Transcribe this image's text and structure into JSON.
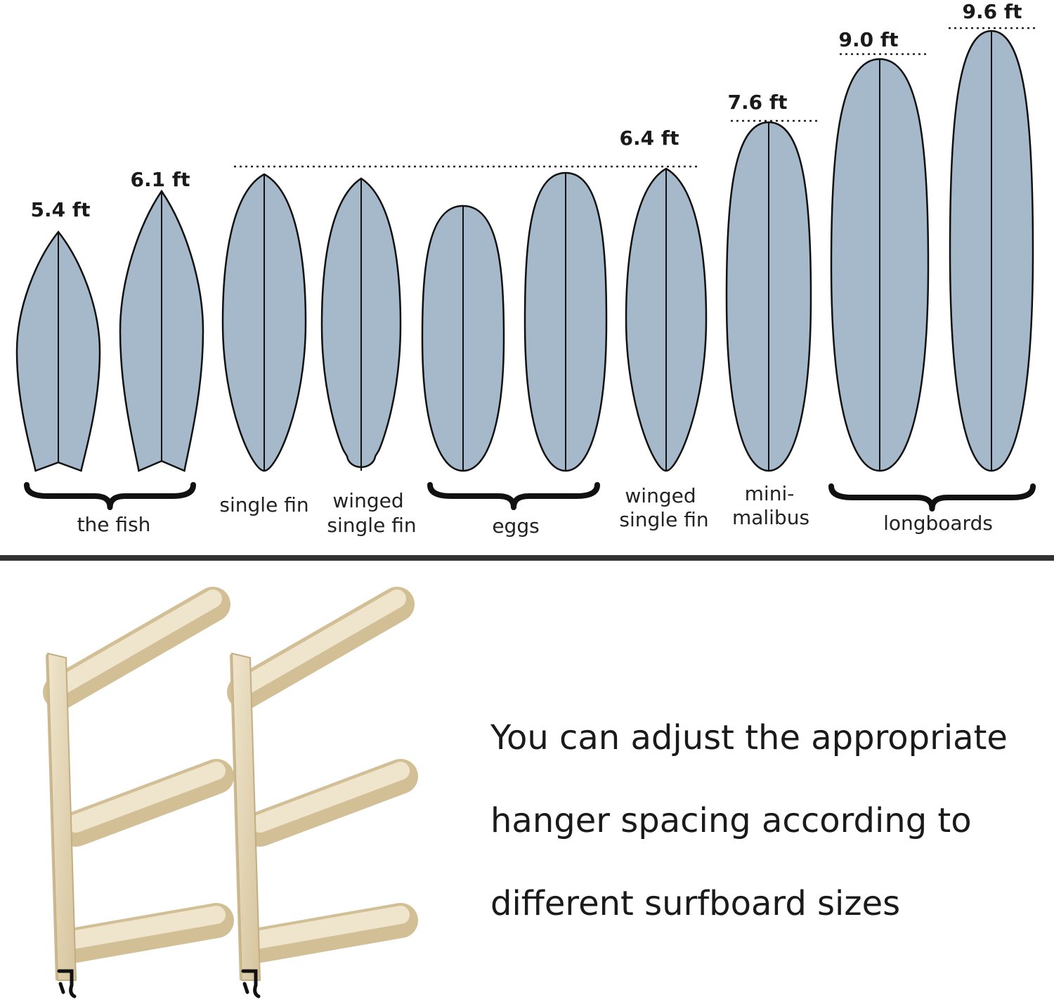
{
  "colors": {
    "board_fill": "#a5b9cb",
    "board_outline": "#111111",
    "divider": "#333333",
    "wood_light": "#eadfc4",
    "wood_dark": "#c9b48c"
  },
  "boards": [
    {
      "size_label": "5.4 ft",
      "shape": "fish"
    },
    {
      "size_label": "6.1 ft",
      "shape": "fish"
    },
    {
      "size_label": "",
      "shape": "pin"
    },
    {
      "size_label": "",
      "shape": "winged"
    },
    {
      "size_label": "",
      "shape": "egg"
    },
    {
      "size_label": "",
      "shape": "egg"
    },
    {
      "size_label": "6.4 ft",
      "shape": "pin"
    },
    {
      "size_label": "7.6 ft",
      "shape": "round"
    },
    {
      "size_label": "9.0 ft",
      "shape": "round"
    },
    {
      "size_label": "9.6 ft",
      "shape": "round"
    }
  ],
  "categories": [
    {
      "label": "the fish",
      "lines": [
        "the fish"
      ]
    },
    {
      "label": "single fin",
      "lines": [
        "single fin"
      ]
    },
    {
      "label": "winged single fin",
      "lines": [
        "winged",
        "single fin"
      ]
    },
    {
      "label": "eggs",
      "lines": [
        "eggs"
      ]
    },
    {
      "label": "winged single fin",
      "lines": [
        "winged",
        "single fin"
      ]
    },
    {
      "label": "mini-malibus",
      "lines": [
        "mini-",
        "malibus"
      ]
    },
    {
      "label": "longboards",
      "lines": [
        "longboards"
      ]
    }
  ],
  "caption": {
    "line1": "You can adjust the appropriate",
    "line2": "hanger spacing according to",
    "line3": "different surfboard sizes"
  },
  "racks": [
    {
      "icon": "wooden-surfboard-wall-rack"
    },
    {
      "icon": "wooden-surfboard-wall-rack"
    }
  ]
}
